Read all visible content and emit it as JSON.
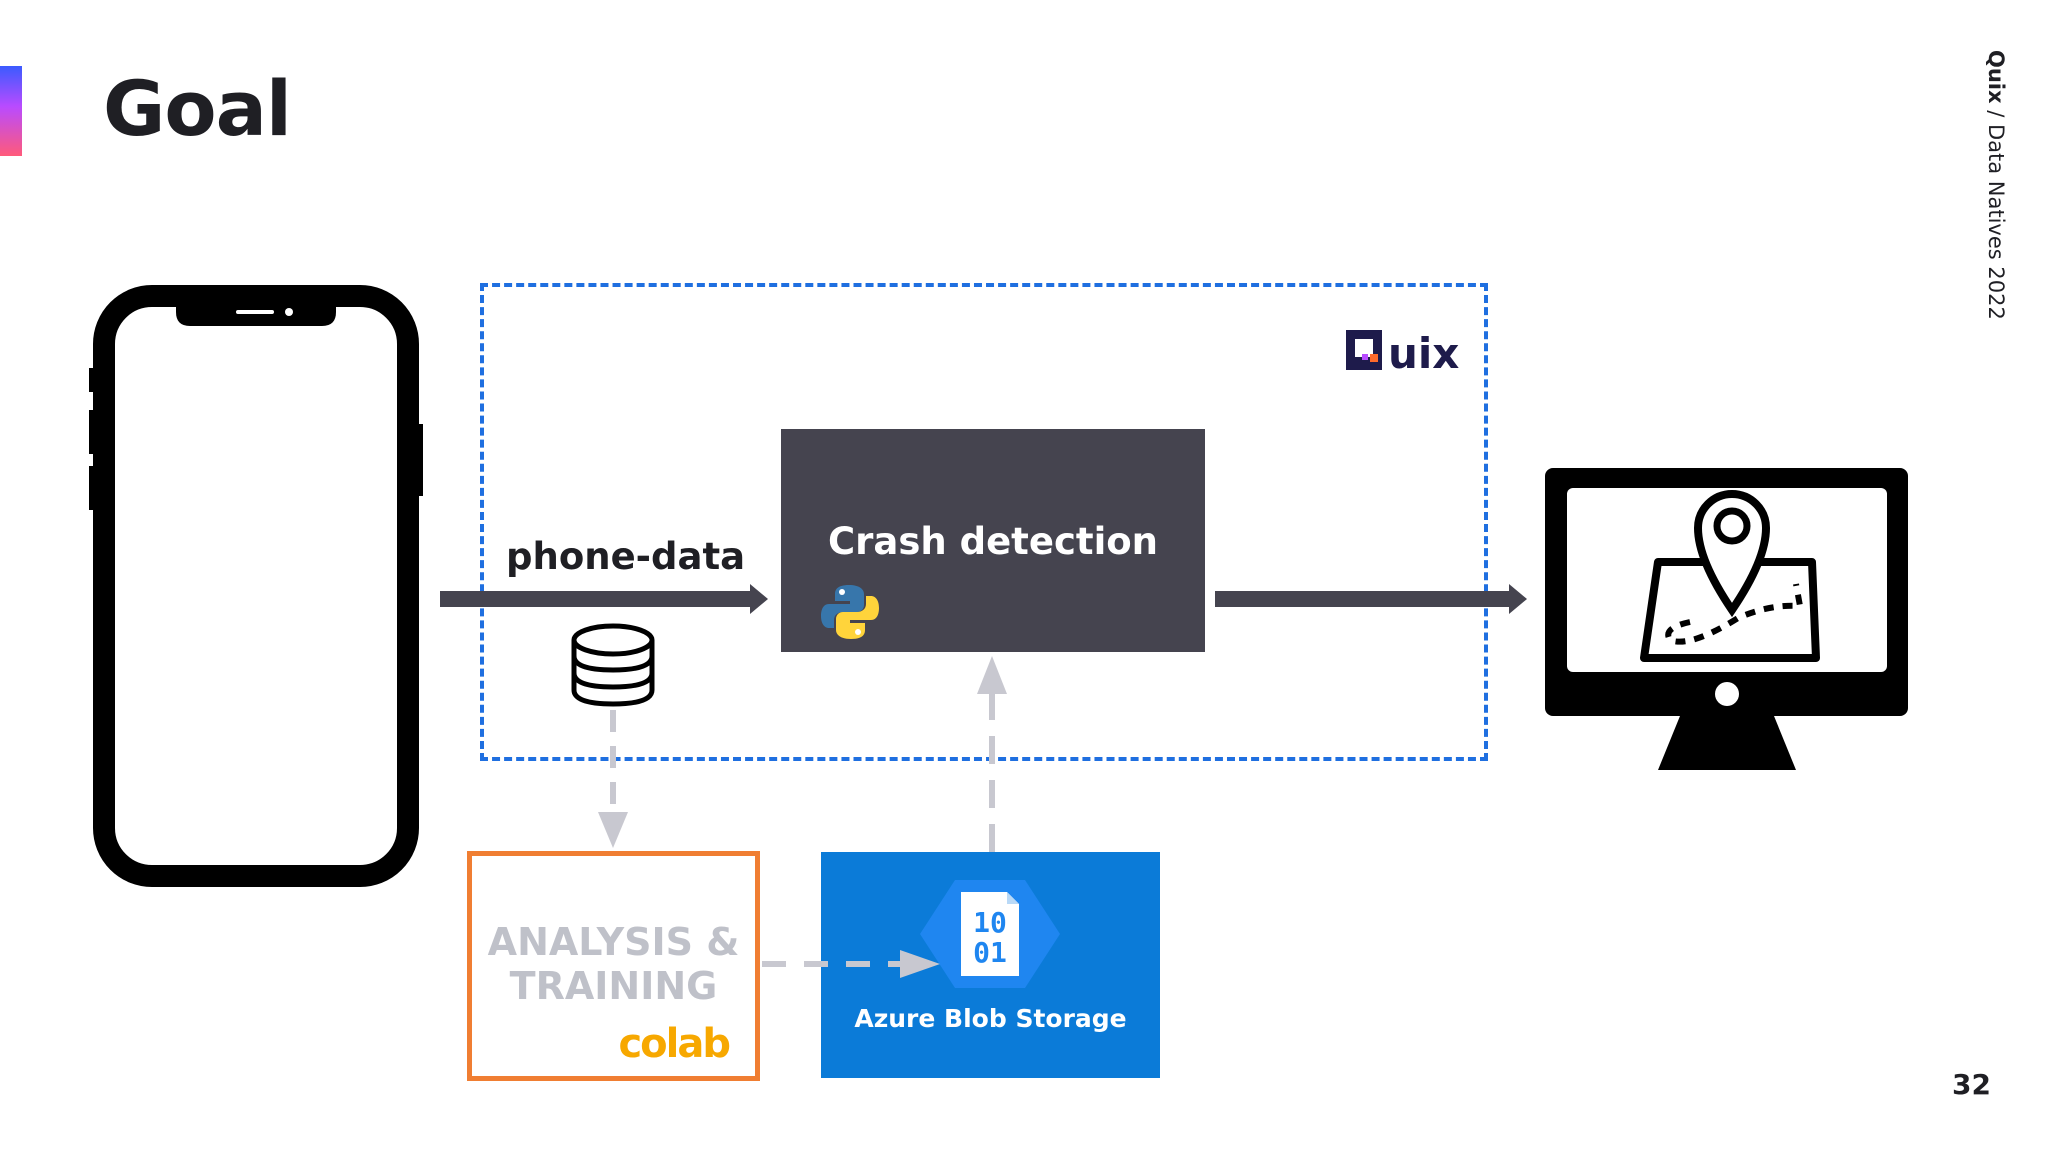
{
  "slide": {
    "title": "Goal",
    "side_text_bold": "Quix",
    "side_text_rest": " / Data Natives 2022",
    "page_number": "32"
  },
  "diagram": {
    "quix_logo": "Quix",
    "phone_data_label": "phone-data",
    "crash_detection_label": "Crash detection",
    "analysis_label": "ANALYSIS &\nTRAINING",
    "colab_label": "colab",
    "azure_label": "Azure Blob Storage",
    "azure_icon_digits": [
      "10",
      "01"
    ]
  },
  "icons": [
    "smartphone-icon",
    "database-icon",
    "python-icon",
    "azure-blob-icon",
    "monitor-map-icon",
    "map-pin-icon"
  ],
  "colors": {
    "frame_dashed": "#1f6fe0",
    "crash_box": "#45444f",
    "analysis_border": "#f07e32",
    "azure_box": "#0b7bd8",
    "colab": "#f7a800",
    "grey_arrows": "#c8c8d0"
  }
}
